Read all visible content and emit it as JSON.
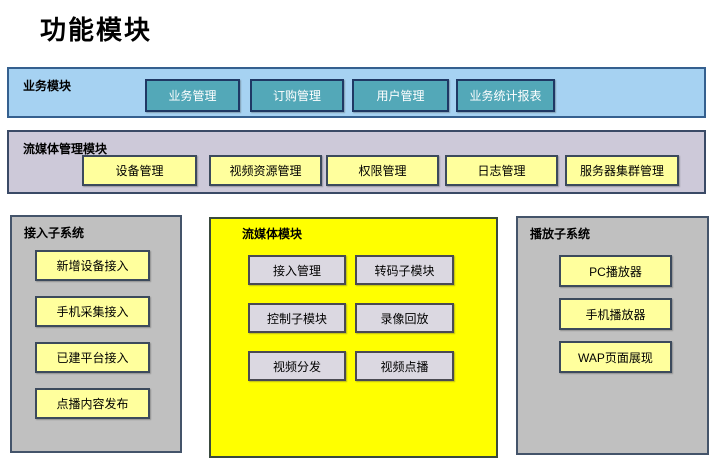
{
  "title": "功能模块",
  "sections": {
    "business": {
      "label": "业务模块",
      "buttons": [
        "业务管理",
        "订购管理",
        "用户管理",
        "业务统计报表"
      ]
    },
    "media_mgmt": {
      "label": "流媒体管理模块",
      "buttons": [
        "设备管理",
        "视频资源管理",
        "权限管理",
        "日志管理",
        "服务器集群管理"
      ]
    },
    "access": {
      "label": "接入子系统",
      "buttons": [
        "新增设备接入",
        "手机采集接入",
        "已建平台接入",
        "点播内容发布"
      ]
    },
    "streaming": {
      "label": "流媒体模块",
      "buttons": [
        "接入管理",
        "转码子模块",
        "控制子模块",
        "录像回放",
        "视频分发",
        "视频点播"
      ]
    },
    "player": {
      "label": "播放子系统",
      "buttons": [
        "PC播放器",
        "手机播放器",
        "WAP页面展现"
      ]
    }
  },
  "colors": {
    "business_panel_bg": "#a6d2f2",
    "business_panel_border": "#35608f",
    "teal_button_bg": "#53a8b8",
    "teal_button_border": "#1f3864",
    "media_mgmt_panel_bg": "#cdc9d9",
    "yellow_button_bg": "#ffff9d",
    "yellow_button_border": "#3c4a5c",
    "side_panel_bg": "#c0c0c0",
    "side_panel_border": "#44546a",
    "streaming_panel_bg": "#ffff00",
    "lavender_button_bg": "#dbd8e1",
    "page_bg": "#ffffff",
    "text_dark": "#000000",
    "text_light": "#ffffff"
  }
}
